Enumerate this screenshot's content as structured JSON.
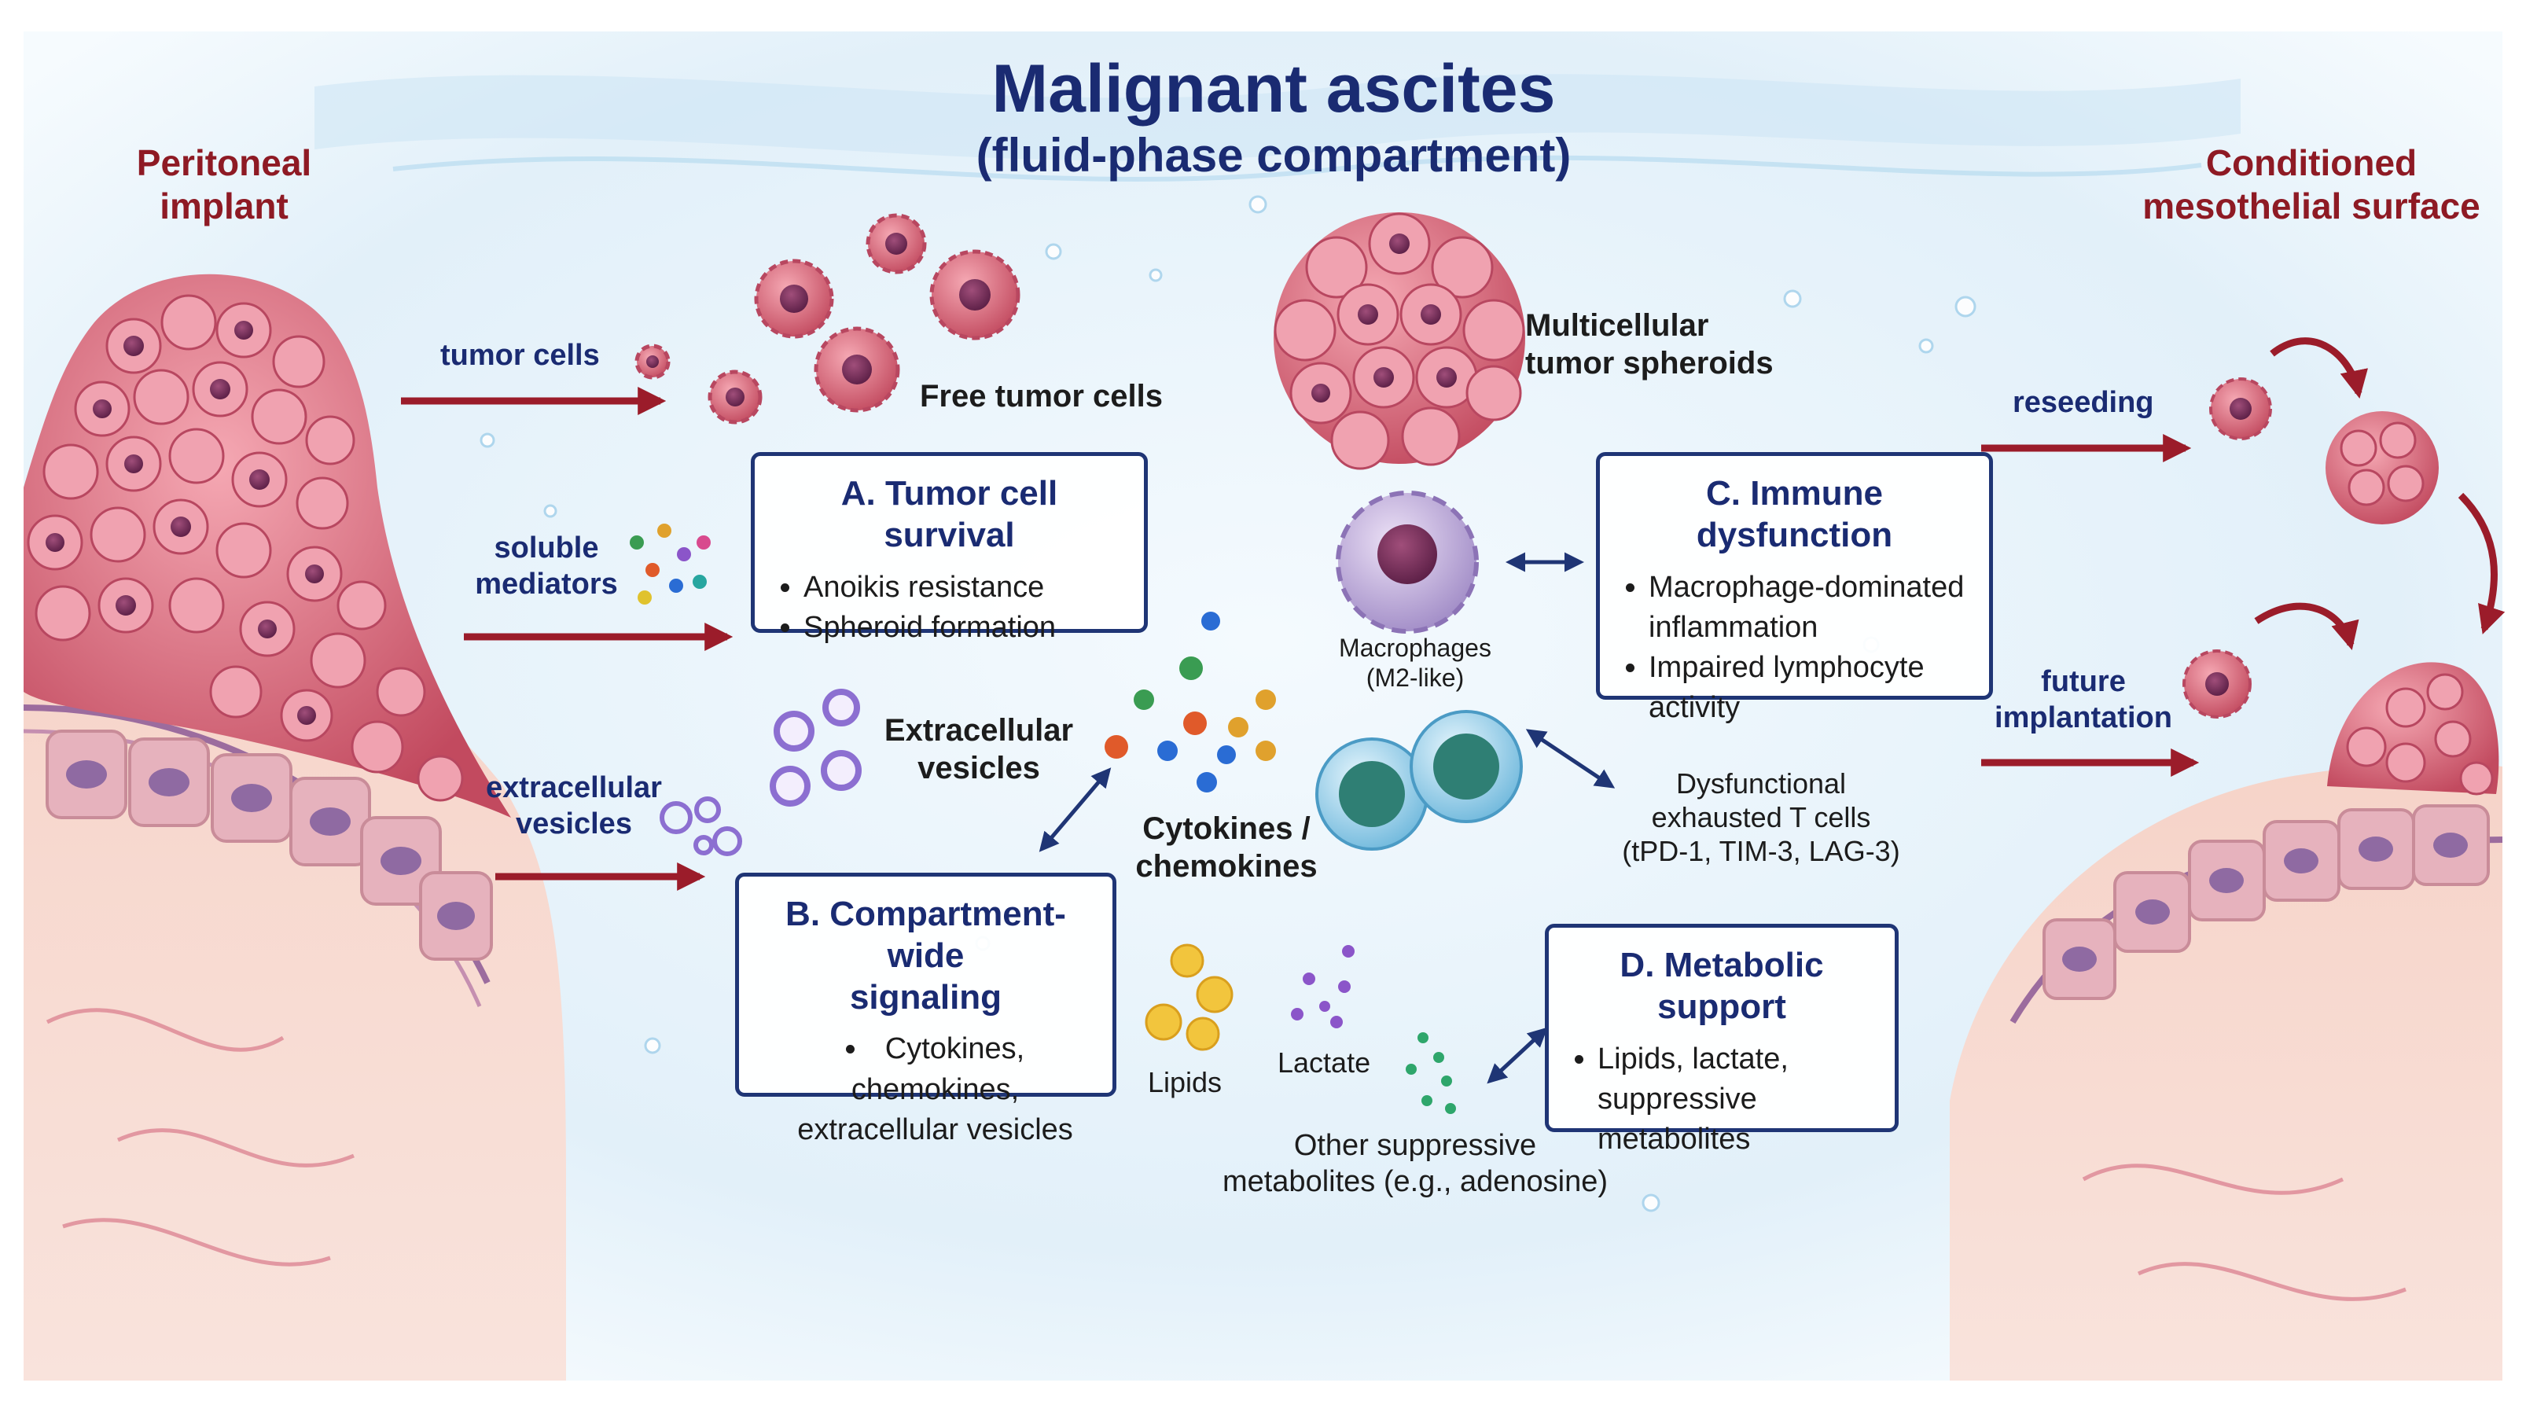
{
  "title": {
    "main": "Malignant ascites",
    "sub": "(fluid-phase compartment)"
  },
  "regions": {
    "left": [
      "Peritoneal",
      "implant"
    ],
    "right": [
      "Conditioned",
      "mesothelial surface"
    ]
  },
  "flows": {
    "tumor_cells": "tumor cells",
    "soluble_mediators": [
      "soluble",
      "mediators"
    ],
    "extracellular_vesicles": [
      "extracellular",
      "vesicles"
    ],
    "reseeding": "reseeding",
    "future_implantation": [
      "future",
      "implantation"
    ]
  },
  "components": {
    "free_tumor_cells": "Free tumor cells",
    "spheroids": [
      "Multicellular",
      "tumor spheroids"
    ],
    "vesicles": [
      "Extracellular",
      "vesicles"
    ],
    "cytokines": [
      "Cytokines /",
      "chemokines"
    ],
    "macrophages": [
      "Macrophages",
      "(M2-like)"
    ],
    "t_cells": [
      "Dysfunctional",
      "exhausted T cells",
      "(tPD-1, TIM-3, LAG-3)"
    ],
    "lipids": "Lipids",
    "lactate": "Lactate",
    "other_metabolites": [
      "Other suppressive",
      "metabolites (e.g., adenosine)"
    ]
  },
  "boxes": {
    "a": {
      "title": "A. Tumor cell survival",
      "items": [
        "Anoikis resistance",
        "Spheroid formation"
      ]
    },
    "b": {
      "title": [
        "B. Compartment-wide",
        "signaling"
      ],
      "items": [
        "Cytokines, chemokines,",
        "extracellular vesicles"
      ]
    },
    "c": {
      "title": "C. Immune dysfunction",
      "items": [
        "Macrophage-dominated",
        "inflammation",
        "Impaired lymphocyte",
        "activity"
      ]
    },
    "d": {
      "title": "D. Metabolic support",
      "items": [
        "Lipids, lactate,",
        "suppressive",
        "metabolites"
      ]
    }
  },
  "colors": {
    "title": "#1a2b72",
    "region_label": "#8e1a24",
    "flow_arrow": "#9b1c2a",
    "box_border": "#1f3575",
    "tissue": "#f3c9bd",
    "tumor": "#d9687a",
    "fluid": "#e3f1fa"
  }
}
